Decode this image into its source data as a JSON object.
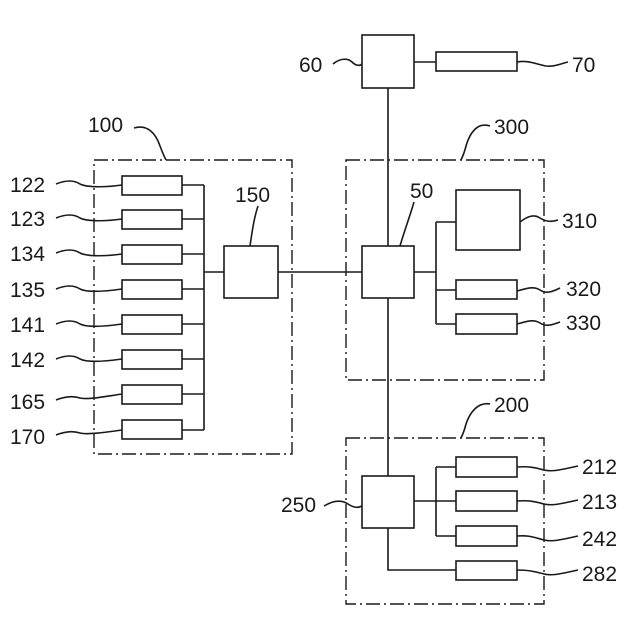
{
  "labels": {
    "l60": "60",
    "l70": "70",
    "l100": "100",
    "l300": "300",
    "l150": "150",
    "l50": "50",
    "l310": "310",
    "l320": "320",
    "l330": "330",
    "l200": "200",
    "l250": "250",
    "l212": "212",
    "l213": "213",
    "l242": "242",
    "l282": "282",
    "l122": "122",
    "l123": "123",
    "l134": "134",
    "l135": "135",
    "l141": "141",
    "l142": "142",
    "l165": "165",
    "l170": "170"
  }
}
